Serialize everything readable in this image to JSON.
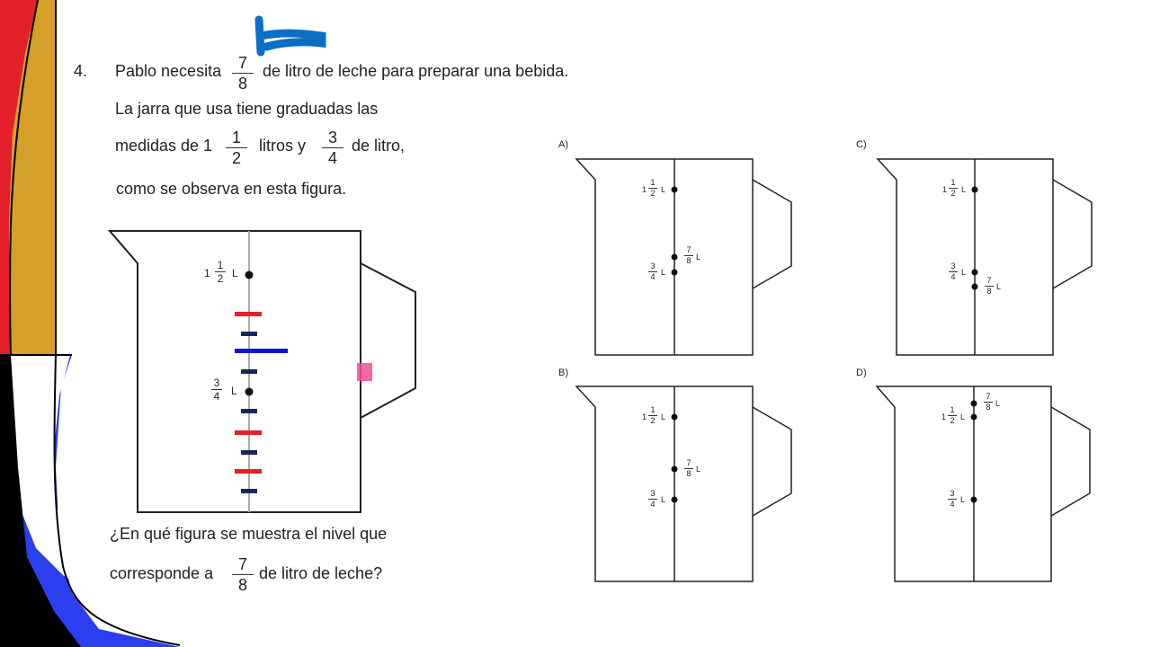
{
  "question": {
    "number": "4.",
    "line1_a": "Pablo necesita",
    "line1_frac": {
      "n": "7",
      "d": "8"
    },
    "line1_b": "de litro de leche para preparar una bebida.",
    "line2": "La jarra que usa tiene graduadas las",
    "line3_a": "medidas de 1",
    "line3_frac1": {
      "n": "1",
      "d": "2"
    },
    "line3_b": "litros y",
    "line3_frac2": {
      "n": "3",
      "d": "4"
    },
    "line3_c": "de litro,",
    "line4": "como se observa en esta figura.",
    "ask1": "¿En qué figura se muestra el nivel que",
    "ask2_a": "corresponde a",
    "ask2_frac": {
      "n": "7",
      "d": "8"
    },
    "ask2_b": "de litro de leche?"
  },
  "main_jug": {
    "mark_top": {
      "whole": "1",
      "n": "1",
      "d": "2",
      "unit": "L"
    },
    "mark_mid": {
      "n": "3",
      "d": "4",
      "unit": "L"
    }
  },
  "options": {
    "A": {
      "label": "A)"
    },
    "B": {
      "label": "B)"
    },
    "C": {
      "label": "C)"
    },
    "D": {
      "label": "D)"
    },
    "mark_one_half": {
      "whole": "1",
      "n": "1",
      "d": "2",
      "unit": "L"
    },
    "mark_three_quarters": {
      "n": "3",
      "d": "4",
      "unit": "L"
    },
    "mark_seven_eighths": {
      "n": "7",
      "d": "8",
      "unit": "L"
    }
  },
  "colors": {
    "red": "#e4202a",
    "gold": "#d4a02a",
    "blue": "#2b3ef0",
    "teal": "#3de8d0",
    "black": "#000000",
    "marker_red": "#e4202a",
    "marker_navy": "#12285c",
    "marker_blue": "#0a14d0",
    "pen_blue": "#0a6ec4",
    "highlight_pink": "#ef4f96"
  }
}
